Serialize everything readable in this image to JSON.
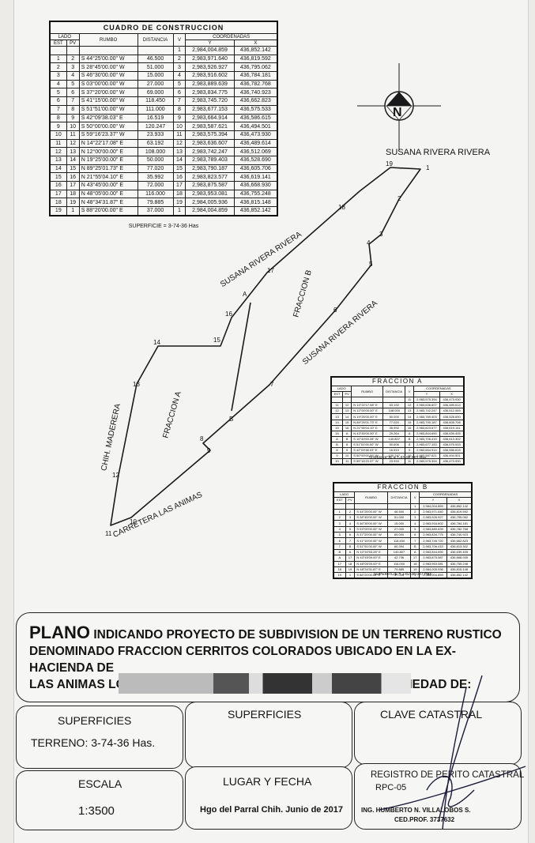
{
  "main_table": {
    "title": "CUADRO DE CONSTRUCCION",
    "h_lado": "LADO",
    "h_est": "EST",
    "h_pv": "PV",
    "h_rumbo": "RUMBO",
    "h_distancia": "DISTANCIA",
    "h_v": "V",
    "h_coordenadas": "COORDENADAS",
    "h_y": "Y",
    "h_x": "X",
    "first_v": "1",
    "first_y": "2,984,004.859",
    "first_x": "436,852.142",
    "rows": [
      [
        "1",
        "2",
        "S 44°25'00.00\" W",
        "46.500",
        "2",
        "2,983,971.640",
        "436,819.592"
      ],
      [
        "2",
        "3",
        "S 28°45'00.00\" W",
        "51.000",
        "3",
        "2,983,926.927",
        "436,795.062"
      ],
      [
        "3",
        "4",
        "S 46°30'00.00\" W",
        "15.000",
        "4",
        "2,983,916.602",
        "436,784.181"
      ],
      [
        "4",
        "5",
        "S 03°00'00.00\" W",
        "27.000",
        "5",
        "2,983,889.639",
        "436,782.768"
      ],
      [
        "5",
        "6",
        "S 37°20'00.00\" W",
        "69.000",
        "6",
        "2,983,834.775",
        "436,740.923"
      ],
      [
        "6",
        "7",
        "S 41°15'00.00\" W",
        "118.450",
        "7",
        "2,983,745.720",
        "436,662.823"
      ],
      [
        "7",
        "8",
        "S 51°51'00.00\" W",
        "111.000",
        "8",
        "2,983,677.153",
        "436,575.533"
      ],
      [
        "8",
        "9",
        "S 42°09'38.03\" E",
        "16.519",
        "9",
        "2,983,664.914",
        "436,586.615"
      ],
      [
        "9",
        "10",
        "S 50°00'00.00\" W",
        "120.247",
        "10",
        "2,983,587.621",
        "436,494.501"
      ],
      [
        "10",
        "11",
        "S 59°16'23.37\" W",
        "23.933",
        "11",
        "2,983,575.394",
        "436,473.930"
      ],
      [
        "11",
        "12",
        "N 14°22'17.08\" E",
        "63.192",
        "12",
        "2,983,636.607",
        "436,489.614"
      ],
      [
        "12",
        "13",
        "N 12°00'00.00\" E",
        "108.000",
        "13",
        "2,983,742.247",
        "436,512.069"
      ],
      [
        "13",
        "14",
        "N 19°25'00.00\" E",
        "50.000",
        "14",
        "2,983,789.403",
        "436,528.690"
      ],
      [
        "14",
        "15",
        "N 89°25'01.73\" E",
        "77.020",
        "15",
        "2,983,790.187",
        "436,605.706"
      ],
      [
        "15",
        "16",
        "N 21°55'04.10\" E",
        "35.992",
        "16",
        "2,983,823.577",
        "436,619.141"
      ],
      [
        "16",
        "17",
        "N 43°45'00.00\" E",
        "72.000",
        "17",
        "2,983,875.587",
        "436,668.930"
      ],
      [
        "17",
        "18",
        "N 48°05'00.00\" E",
        "116.000",
        "18",
        "2,983,953.081",
        "436,755.248"
      ],
      [
        "18",
        "19",
        "N 48°34'31.87\" E",
        "79.885",
        "19",
        "2,984,005.936",
        "436,815.148"
      ],
      [
        "19",
        "1",
        "S 88°20'00.00\" E",
        "37.000",
        "1",
        "2,984,004.859",
        "436,852.142"
      ]
    ],
    "superficie": "SUPERFICIE = 3-74-36 Has"
  },
  "fraccion_a": {
    "title": "FRACCION A",
    "h_lado": "LADO",
    "h_est": "EST",
    "h_pv": "PV",
    "h_rumbo": "RUMBO",
    "h_distancia": "DISTANCIA",
    "h_v": "V",
    "h_coordenadas": "COORDENADAS",
    "h_y": "Y",
    "h_x": "X",
    "first_v": "11",
    "first_y": "2,983,575.394",
    "first_x": "436,473.930",
    "rows": [
      [
        "11",
        "12",
        "N 14°22'17.08\" E",
        "63.192",
        "12",
        "2,983,636.607",
        "436,489.614"
      ],
      [
        "12",
        "13",
        "N 12°00'00.00\" E",
        "108.000",
        "13",
        "2,983,742.247",
        "436,512.069"
      ],
      [
        "13",
        "14",
        "N 19°25'00.00\" E",
        "50.000",
        "14",
        "2,983,789.403",
        "436,528.690"
      ],
      [
        "14",
        "15",
        "N 89°25'01.73\" E",
        "77.020",
        "15",
        "2,983,790.187",
        "436,605.706"
      ],
      [
        "15",
        "16",
        "N 21°55'04.10\" E",
        "35.992",
        "16",
        "2,983,823.577",
        "436,619.141"
      ],
      [
        "16",
        "A",
        "N 43°45'00.00\" E",
        "29.264",
        "A",
        "2,983,844.690",
        "436,639.405"
      ],
      [
        "A",
        "B",
        "S 10°40'53.28\" W",
        "140.807",
        "B",
        "2,983,706.415",
        "436,613.302"
      ],
      [
        "B",
        "8",
        "S 51°51'00.00\" W",
        "50.606",
        "8",
        "2,983,677.153",
        "436,575.533"
      ],
      [
        "8",
        "9",
        "S 42°09'38.03\" E",
        "16.519",
        "9",
        "2,983,664.914",
        "436,586.615"
      ],
      [
        "9",
        "10",
        "S 50°00'00.00\" W",
        "120.247",
        "10",
        "2,983,587.621",
        "436,494.501"
      ],
      [
        "10",
        "11",
        "S 59°16'23.37\" W",
        "23.933",
        "11",
        "2,983,575.394",
        "436,473.930"
      ]
    ],
    "superficie": "SUPERFICIE = 1-91-98.863 Has"
  },
  "fraccion_b": {
    "title": "FRACCION B",
    "h_lado": "LADO",
    "h_est": "EST",
    "h_pv": "PV",
    "h_rumbo": "RUMBO",
    "h_distancia": "DISTANCIA",
    "h_v": "V",
    "h_coordenadas": "COORDENADAS",
    "h_y": "Y",
    "h_x": "X",
    "first_v": "1",
    "first_y": "2,984,004.859",
    "first_x": "436,852.142",
    "rows": [
      [
        "1",
        "2",
        "S 44°25'00.00\" W",
        "46.500",
        "2",
        "2,983,971.640",
        "436,819.592"
      ],
      [
        "2",
        "3",
        "S 28°45'00.00\" W",
        "51.000",
        "3",
        "2,983,926.927",
        "436,795.062"
      ],
      [
        "3",
        "4",
        "S 46°30'00.00\" W",
        "15.000",
        "4",
        "2,983,916.602",
        "436,784.181"
      ],
      [
        "4",
        "5",
        "S 03°00'00.00\" W",
        "27.000",
        "5",
        "2,983,889.639",
        "436,782.768"
      ],
      [
        "5",
        "6",
        "S 37°20'00.00\" W",
        "69.000",
        "6",
        "2,983,834.775",
        "436,740.923"
      ],
      [
        "6",
        "7",
        "S 41°15'00.00\" W",
        "118.450",
        "7",
        "2,983,745.720",
        "436,662.823"
      ],
      [
        "7",
        "B",
        "S 51°51'00.00\" W",
        "60.394",
        "B",
        "2,983,706.415",
        "436,613.302"
      ],
      [
        "B",
        "A",
        "N 10°40'53.28\" E",
        "140.807",
        "A",
        "2,983,844.690",
        "436,639.405"
      ],
      [
        "A",
        "17",
        "N 43°45'00.00\" E",
        "42.736",
        "17",
        "2,983,875.587",
        "436,668.930"
      ],
      [
        "17",
        "18",
        "N 48°05'00.00\" E",
        "116.000",
        "18",
        "2,983,953.081",
        "436,755.248"
      ],
      [
        "18",
        "19",
        "N 48°34'31.87\" E",
        "79.885",
        "19",
        "2,984,005.936",
        "436,815.148"
      ],
      [
        "19",
        "1",
        "S 88°20'00.00\" E",
        "37.000",
        "1",
        "2,984,004.859",
        "436,852.142"
      ]
    ],
    "superficie": "SUPERFICIE = 1-82-38.037 Has"
  },
  "plan": {
    "north_letter": "N",
    "neighbor_top": "SUSANA RIVERA RIVERA",
    "neighbor_west": "SUSANA RIVERA RIVERA",
    "neighbor_east": "SUSANA RIVERA RIVERA",
    "fraccion_a_label": "FRACCION A",
    "fraccion_b_label": "FRACCION B",
    "road_label": "CARRETERA LAS ANIMAS",
    "neighbor_left": "CHIH. MADERERA",
    "points": {
      "p1": "1",
      "p2": "2",
      "p3": "3",
      "p4": "4",
      "p5": "5",
      "p6": "6",
      "p7": "7",
      "p8": "8",
      "p9": "9",
      "p10": "10",
      "p11": "11",
      "p12": "12",
      "p13": "13",
      "p14": "14",
      "p15": "15",
      "p16": "16",
      "p17": "17",
      "p18": "18",
      "p19": "19",
      "pA": "A",
      "pB": "B"
    }
  },
  "title_block": {
    "plano_word": "PLANO",
    "line1": "INDICANDO PROYECTO DE SUBDIVISION DE UN TERRENO RUSTICO",
    "line2": "DENOMINADO FRACCION CERRITOS COLORADOS UBICADO EN LA EX-HACIENDA DE",
    "line3": "LAS ANIMAS LOCALIZADA AL ORIENTE DE ESTA CIUDAD PROPIEDAD DE:"
  },
  "footer": {
    "superficies_1": "SUPERFICIES",
    "terreno": "TERRENO: 3-74-36 Has.",
    "superficies_2": "SUPERFICIES",
    "clave": "CLAVE CATASTRAL",
    "escala_label": "ESCALA",
    "escala_value": "1:3500",
    "lugar_label": "LUGAR Y FECHA",
    "lugar_value": "Hgo del Parral Chih. Junio de 2017",
    "registro": "REGISTRO DE PERITO CATASTRAL",
    "rpc": "RPC-05",
    "ing": "ING. HUMBERTO N. VILLALOBOS S.",
    "ced": "CED.PROF. 3737632"
  }
}
